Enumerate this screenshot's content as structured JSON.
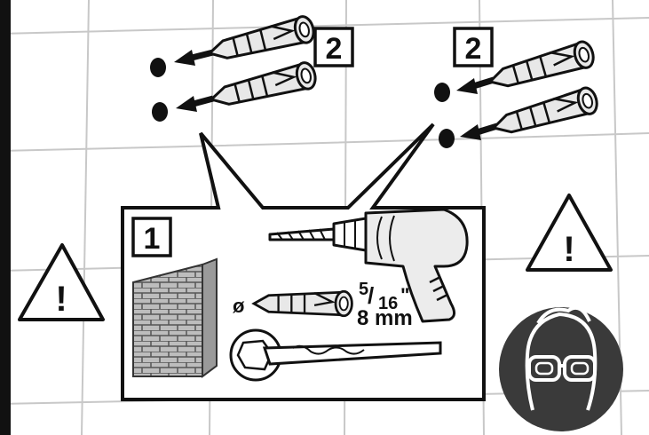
{
  "steps": {
    "step1_label": "1",
    "step2_left_label": "2",
    "step2_right_label": "2"
  },
  "callout": {
    "diameter_symbol": "ø",
    "size_fraction_num": "5",
    "size_fraction_den": "16",
    "size_inch_mark": "\"",
    "size_metric": "8 mm"
  },
  "icons": {
    "warning_left": "warning-triangle-icon",
    "warning_right": "warning-triangle-icon",
    "eye_protection": "safety-goggles-icon",
    "drill": "power-drill-icon",
    "brick_wall": "brick-wall-icon",
    "wall_anchor": "wall-anchor-icon",
    "masonry_bit": "masonry-drill-bit-icon"
  },
  "warning_glyph": "!",
  "colors": {
    "ink": "#111111",
    "tile_line": "#c8c8c8",
    "badge_bg": "#3a3a3a",
    "anchor_fill": "#e8e8e8",
    "brick_fill": "#bdbdbd"
  }
}
